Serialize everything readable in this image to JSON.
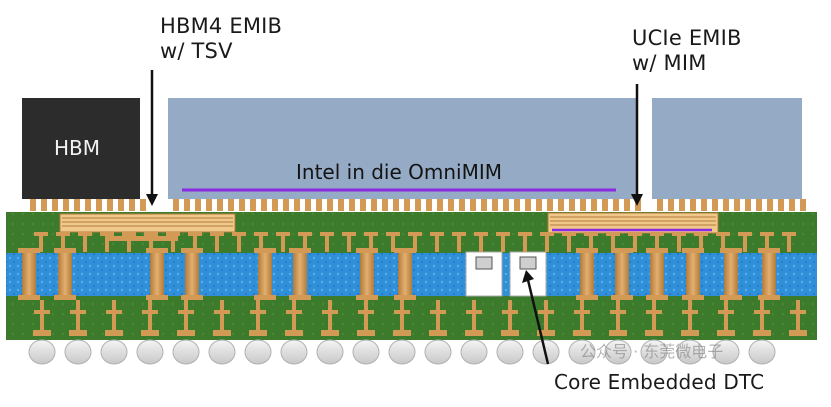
{
  "labels": {
    "hbm4_emib_line1": "HBM4 EMIB",
    "hbm4_emib_line2": "w/ TSV",
    "ucie_emib_line1": "UCIe EMIB",
    "ucie_emib_line2": "w/ MIM",
    "hbm": "HBM",
    "omnimim": "Intel in die OmniMIM",
    "core_dtc": "Core Embedded DTC"
  },
  "watermark": "公众号 · 东莞微电子",
  "colors": {
    "substrate_green": "#3c7a2c",
    "core_blue": "#2f8fd8",
    "die_blue": "#95aac4",
    "hbm_dark": "#2c2c2c",
    "copper": "#d39a55",
    "purple_mim": "#8a2be2"
  },
  "icons": {
    "arrow": "arrow-down-icon"
  }
}
